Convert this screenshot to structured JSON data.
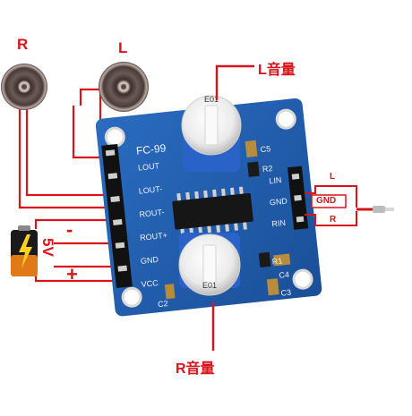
{
  "speakers": {
    "right_label": "R",
    "left_label": "L"
  },
  "volume": {
    "left_label": "L音量",
    "right_label": "R音量"
  },
  "power": {
    "voltage_label": "5V",
    "minus_sign": "-",
    "plus_sign": "+"
  },
  "audio_input": {
    "left": "L",
    "ground": "GND",
    "right": "R"
  },
  "board": {
    "model": "FC-99",
    "pins_left": [
      "LOUT",
      "LOUT-",
      "ROUT-",
      "ROUT+",
      "GND",
      "VCC"
    ],
    "pins_right": [
      "LIN",
      "GND",
      "RIN"
    ],
    "components": [
      "C5",
      "R2",
      "R1",
      "C4",
      "C3",
      "C2"
    ],
    "pot_marking": "E01"
  },
  "colors": {
    "wire_red": "#d8141a",
    "pcb_blue": "#1f5fb0",
    "pot_blue": "#2a63c8"
  }
}
